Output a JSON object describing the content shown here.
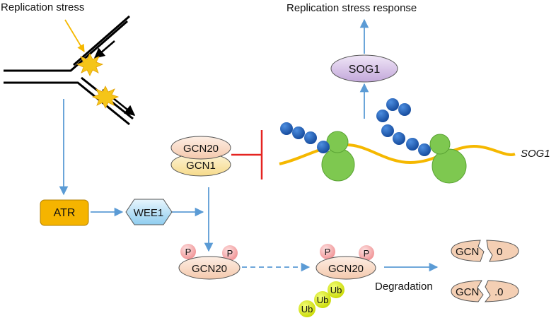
{
  "labels": {
    "replication_stress": "Replication stress",
    "replication_stress_response": "Replication stress response",
    "sog1_protein": "SOG1",
    "sog1_gene": "SOG1",
    "gcn20_complex": "GCN20",
    "gcn1_complex": "GCN1",
    "atr": "ATR",
    "wee1": "WEE1",
    "phospho_1": "P",
    "phospho_2": "P",
    "phospho_3": "P",
    "phospho_4": "P",
    "gcn20_phospho": "GCN20",
    "gcn20_ubiquitinated": "GCN20",
    "ub_1": "Ub",
    "ub_2": "Ub",
    "ub_3": "Ub",
    "degradation": "Degradation",
    "fragment_1_left": "GCN",
    "fragment_1_right": "0",
    "fragment_2_left": "GCN",
    "fragment_2_right": ".0"
  },
  "colors": {
    "arrow": "#5b9bd5",
    "inhibitor": "#e52421",
    "stress_arrow": "#f5b800",
    "star": "#f5c518",
    "atr_fill": "#f5b400",
    "wee1_fill": "#bfe2f6",
    "sog1_fill": "#d9c7e6",
    "gcn20_fill": "#f8d8c4",
    "gcn1_fill": "#fbe8b4",
    "phospho_fill": "#f4a9aa",
    "ub_fill": "#d8e800",
    "ribosome_fill": "#7ec850",
    "peptide_fill": "#1f5fb3",
    "mrna_stroke": "#f5b800"
  }
}
